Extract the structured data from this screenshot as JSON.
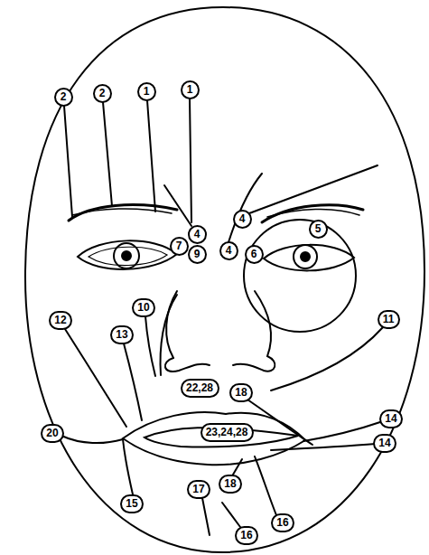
{
  "diagram": {
    "labels": [
      "2",
      "2",
      "1",
      "1",
      "4",
      "4",
      "5",
      "7",
      "9",
      "4",
      "6",
      "10",
      "12",
      "11",
      "13",
      "22,28",
      "18",
      "14",
      "23,24,28",
      "14",
      "20",
      "18",
      "17",
      "15",
      "16",
      "16"
    ]
  }
}
